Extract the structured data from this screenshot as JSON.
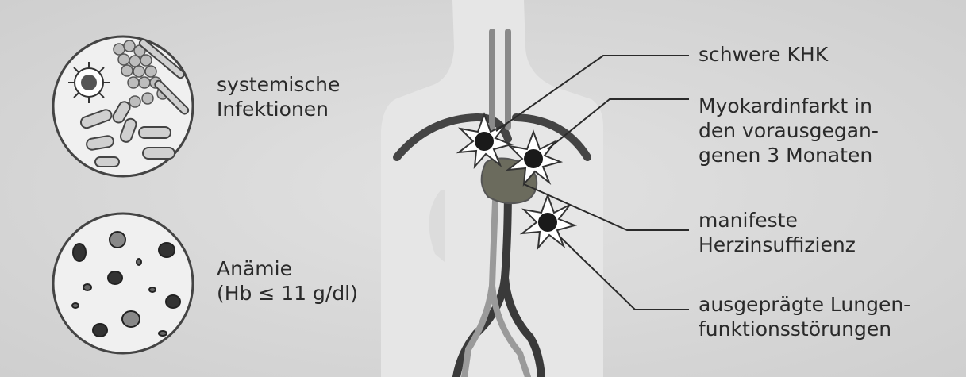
{
  "left_labels": {
    "infections": [
      "systemische",
      "Infektionen"
    ],
    "anemia": [
      "Anämie",
      "(Hb ≤ 11 g/dl)"
    ]
  },
  "right_labels": {
    "khk": [
      "schwere KHK"
    ],
    "infarct": [
      "Myokardinfarkt in",
      "den vorausgegan-",
      "genen 3 Monaten"
    ],
    "heart_failure": [
      "manifeste",
      "Herzinsuffizienz"
    ],
    "lung": [
      "ausgeprägte Lungen-",
      "funktionsstörungen"
    ]
  },
  "colors": {
    "background": "#d8d8d8",
    "text": "#2a2a2a",
    "body_silhouette": "#e4e4e4",
    "vessel": "#3a3a3a",
    "heart": "#6a6a5c",
    "lesion_dot": "#1a1a1a"
  }
}
